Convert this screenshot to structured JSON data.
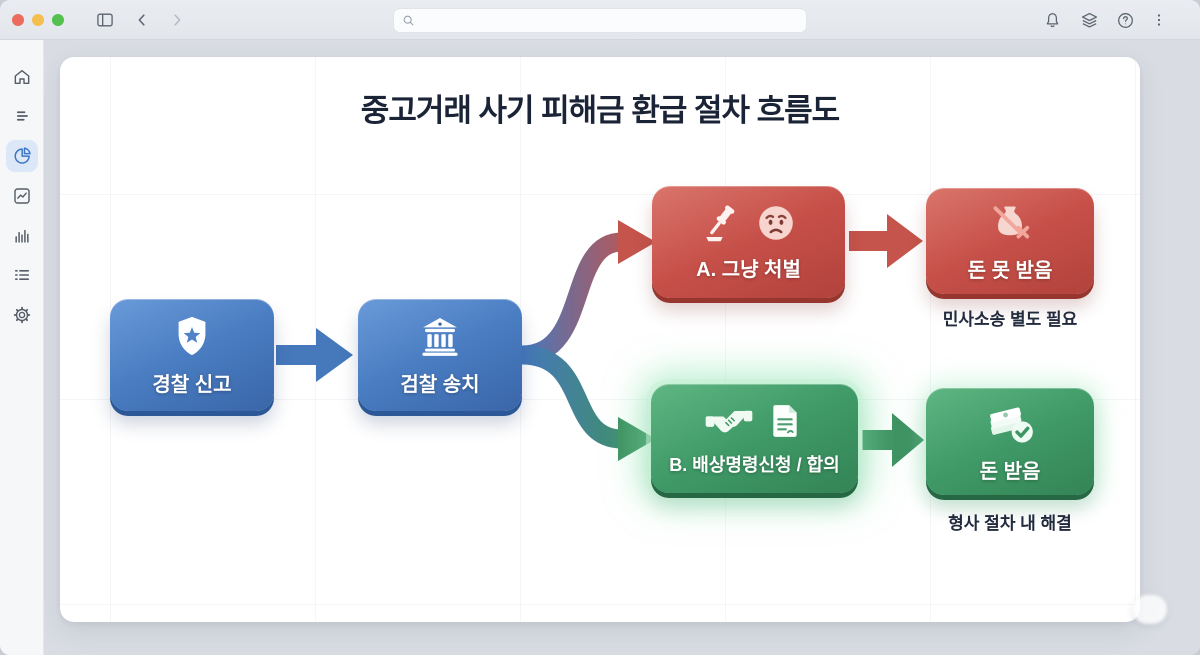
{
  "window": {
    "traffic_lights": [
      {
        "name": "close",
        "color": "#ed6a5e"
      },
      {
        "name": "minimize",
        "color": "#f4bf4f"
      },
      {
        "name": "zoom",
        "color": "#54c04e"
      }
    ],
    "toolbar_icons": [
      "sidebar-toggle",
      "back-chevron",
      "forward-chevron",
      "bell",
      "layers",
      "help",
      "more-vertical"
    ],
    "search": {
      "value": "",
      "placeholder": ""
    }
  },
  "sidebar": {
    "active_color": "#3b76c4",
    "items": [
      {
        "id": "home",
        "icon": "home-icon",
        "active": false
      },
      {
        "id": "lines",
        "icon": "menu-lines-icon",
        "active": false
      },
      {
        "id": "pie",
        "icon": "pie-chart-icon",
        "active": true
      },
      {
        "id": "trend",
        "icon": "line-chart-icon",
        "active": false
      },
      {
        "id": "bars",
        "icon": "bar-chart-icon",
        "active": false
      },
      {
        "id": "list",
        "icon": "list-icon",
        "active": false
      },
      {
        "id": "settings",
        "icon": "gear-icon",
        "active": false
      }
    ]
  },
  "diagram": {
    "title": "중고거래 사기 피해금 환급 절차 흐름도",
    "nodes": {
      "police": {
        "label": "경찰 신고",
        "icon": "police-badge-icon",
        "color": "blue"
      },
      "prosecution": {
        "label": "검찰 송치",
        "icon": "courthouse-icon",
        "color": "blue"
      },
      "punishment": {
        "label": "A. 그냥 처벌",
        "icons": [
          "gavel-icon",
          "worried-face-icon"
        ],
        "color": "red"
      },
      "no_refund": {
        "label": "돈 못 받음",
        "icon": "money-bag-x-icon",
        "color": "red",
        "caption": "민사소송 별도 필요"
      },
      "compensation": {
        "label": "B. 배상명령신청 / 합의",
        "icons": [
          "handshake-icon",
          "document-icon"
        ],
        "color": "green"
      },
      "refund": {
        "label": "돈 받음",
        "icon": "money-check-icon",
        "color": "green",
        "caption": "형사 절차 내 해결"
      }
    },
    "edges": [
      {
        "from": "police",
        "to": "prosecution",
        "style": "blue"
      },
      {
        "from": "prosecution",
        "to": "punishment",
        "style": "blue-to-red-curve"
      },
      {
        "from": "prosecution",
        "to": "compensation",
        "style": "blue-to-green-curve"
      },
      {
        "from": "punishment",
        "to": "no_refund",
        "style": "red"
      },
      {
        "from": "compensation",
        "to": "refund",
        "style": "green"
      }
    ],
    "colors": {
      "blue": "#4a7dc2",
      "blue_edge": "#2c5897",
      "red": "#c65049",
      "red_edge": "#96362f",
      "green": "#3f9a67",
      "green_edge": "#276844",
      "title_text": "#1b2436",
      "caption_text": "#222b3d"
    }
  }
}
